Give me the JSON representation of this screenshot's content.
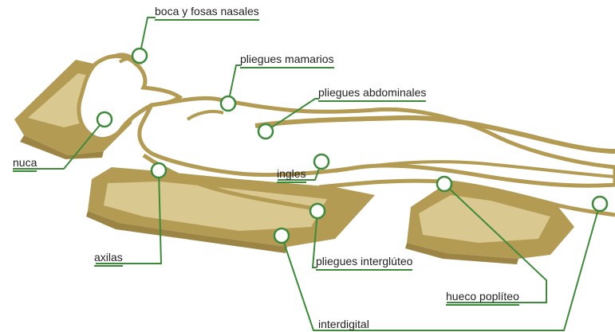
{
  "colors": {
    "pillow_dark": "#b39b54",
    "pillow_light": "#d9c88f",
    "leader_line": "#3d8a3a",
    "marker_fill": "#ffffff",
    "text": "#222222",
    "background": "#ffffff"
  },
  "labels": {
    "boca": "boca y fosas nasales",
    "pliegues_mamarios": "pliegues mamarios",
    "pliegues_abdominales": "pliegues abdominales",
    "nuca": "nuca",
    "ingles": "ingles",
    "axilas": "axilas",
    "pliegues_interglutео": "pliegues interglúteo",
    "hueco_popliteo": "hueco poplíteo",
    "interdigital": "interdigital"
  },
  "icons": {
    "markers": "circle-marker-icon",
    "figure": "reclining-patient-illustration"
  }
}
